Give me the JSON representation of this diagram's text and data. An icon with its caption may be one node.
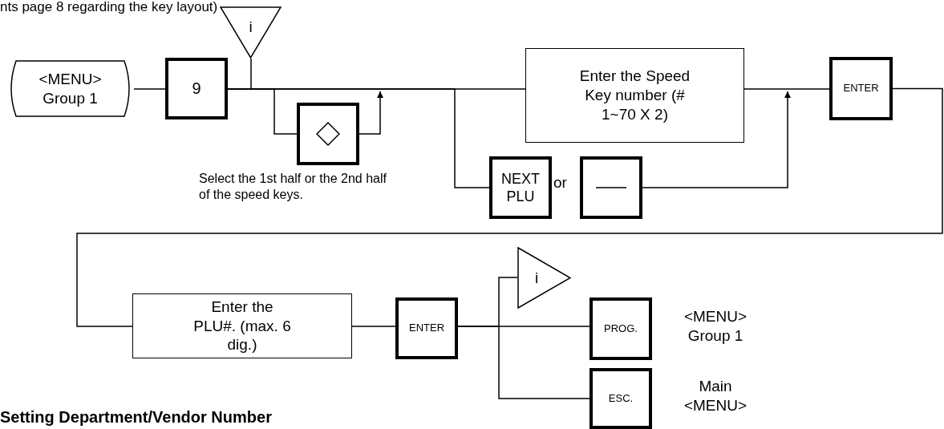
{
  "diagram": {
    "nodes": [
      {
        "text": [
          "<MENU> Group 1"
        ]
      },
      {
        "text": [
          "9"
        ]
      },
      {
        "text": [
          "i"
        ]
      },
      {
        "text": [],
        "shape": "box",
        "beside": [
          "Select the 1st half or the 2nd half of the speed keys."
        ]
      },
      {
        "text": [
          "Enter the Speed Key number (# 1~70 X 2)"
        ]
      },
      {
        "text": [
          "NEXT PLU"
        ]
      },
      {
        "text": [],
        "shape": "box"
      },
      {
        "text": [
          "ENTER"
        ]
      },
      {
        "text": [
          "Enter the PLU#. (max. 6 dig.)"
        ]
      },
      {
        "text": [
          "ENTER"
        ]
      },
      {
        "text": [
          "i"
        ]
      },
      {
        "text": [
          "PROG."
        ],
        "beside": [
          "<MENU> Group 1"
        ]
      },
      {
        "text": [
          "ESC."
        ],
        "beside": [
          "Main <MENU>"
        ]
      }
    ],
    "edges": [
      {
        "from": 0,
        "to": 1,
        "arrow": "none"
      },
      {
        "from": 1,
        "to": 4,
        "arrow": "none"
      },
      {
        "from": 1,
        "to": 3,
        "arrow": "none"
      },
      {
        "from": 3,
        "to": null,
        "arrow": "to"
      },
      {
        "from": 1,
        "to": 5,
        "arrow": "none"
      },
      {
        "from": 6,
        "to": null,
        "arrow": "to"
      },
      {
        "from": 4,
        "to": 7,
        "arrow": "none"
      },
      {
        "from": 7,
        "to": 8,
        "arrow": "none"
      },
      {
        "from": 8,
        "to": 9,
        "arrow": "none"
      },
      {
        "from": 9,
        "to": 10,
        "arrow": "none"
      },
      {
        "from": 9,
        "to": 11,
        "arrow": "none"
      },
      {
        "from": 9,
        "to": 12,
        "arrow": "none"
      },
      {
        "from": 2,
        "to": null,
        "arrow": "none"
      }
    ],
    "labels": [
      "nts page 8 regarding the key layout)",
      "or",
      "Setting Department/Vendor Number"
    ]
  }
}
